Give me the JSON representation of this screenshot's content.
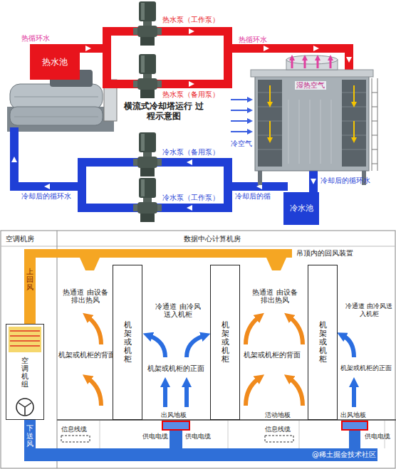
{
  "diagram": {
    "title": "横流式冷却塔运行 过程示意图",
    "nodes": [
      {
        "text": [
          "热水池"
        ]
      },
      {
        "text": [
          "冷水池"
        ]
      },
      {
        "text": [
          "空调机组"
        ]
      },
      {
        "text": [
          "机架或机柜"
        ]
      },
      {
        "text": [
          "机架或机柜"
        ]
      },
      {
        "text": [
          "机架或机柜"
        ]
      }
    ],
    "labels": [
      "热循环水",
      "热水泵（工作泵）",
      "热循环水",
      "热水泵（备用泵）",
      "湿热空气",
      "冷空气",
      "冷水泵（备用泵）",
      "冷却后的循环水",
      "冷却后的循环水",
      "冷水泵（工作泵）",
      "冷却后的循",
      "空调机房",
      "数据中心计算机房",
      "吊顶内的回风装置",
      "上回风",
      "热通道 由设备排出热风",
      "热通道 由设备排出热风",
      "冷通道 由冷风送入机柜",
      "冷通道 由冷风送入机柜",
      "机架或机柜的背面",
      "机架或机柜的正面",
      "机架或机柜的背面",
      "机架或机柜的正面",
      "下送风",
      "出风地板",
      "出风地板",
      "活动地板",
      "信息线缆",
      "供电电缆",
      "供电电缆",
      "信息线缆",
      "供电电缆",
      "@稀土掘金技术社区"
    ]
  }
}
